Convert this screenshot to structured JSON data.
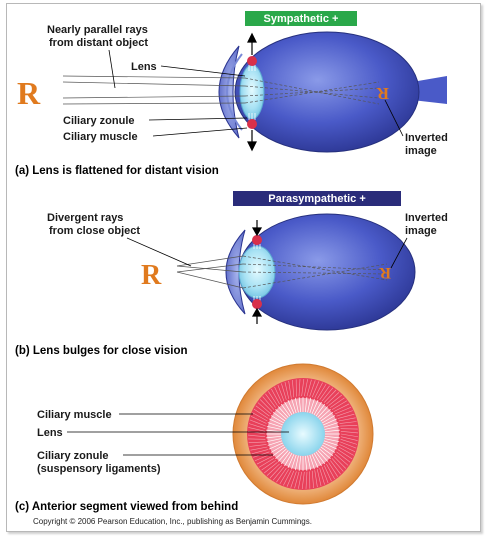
{
  "panel_a": {
    "badge": "Sympathetic +",
    "label_rays": [
      "Nearly parallel rays",
      "from distant object"
    ],
    "label_lens": "Lens",
    "label_zonule": "Ciliary zonule",
    "label_muscle": "Ciliary muscle",
    "label_image": [
      "Inverted",
      "image"
    ],
    "letter": "R",
    "caption": "(a)  Lens is flattened for distant vision"
  },
  "panel_b": {
    "badge": "Parasympathetic +",
    "label_rays": [
      "Divergent rays",
      "from close object"
    ],
    "label_image": [
      "Inverted",
      "image"
    ],
    "letter": "R",
    "caption": "(b)  Lens bulges for close vision"
  },
  "panel_c": {
    "label_muscle": "Ciliary muscle",
    "label_lens": "Lens",
    "label_zonule": [
      "Ciliary zonule",
      "(suspensory ligaments)"
    ],
    "caption": "(c)  Anterior segment viewed from behind"
  },
  "copyright": "Copyright © 2006 Pearson Education, Inc., publishing as Benjamin Cummings.",
  "colors": {
    "sympathetic": "#2aa84a",
    "parasympathetic": "#2a2c7a",
    "eye_blue": "#3f4fc0",
    "letter_orange": "#e07a1e",
    "muscle_red": "#d8304a"
  }
}
